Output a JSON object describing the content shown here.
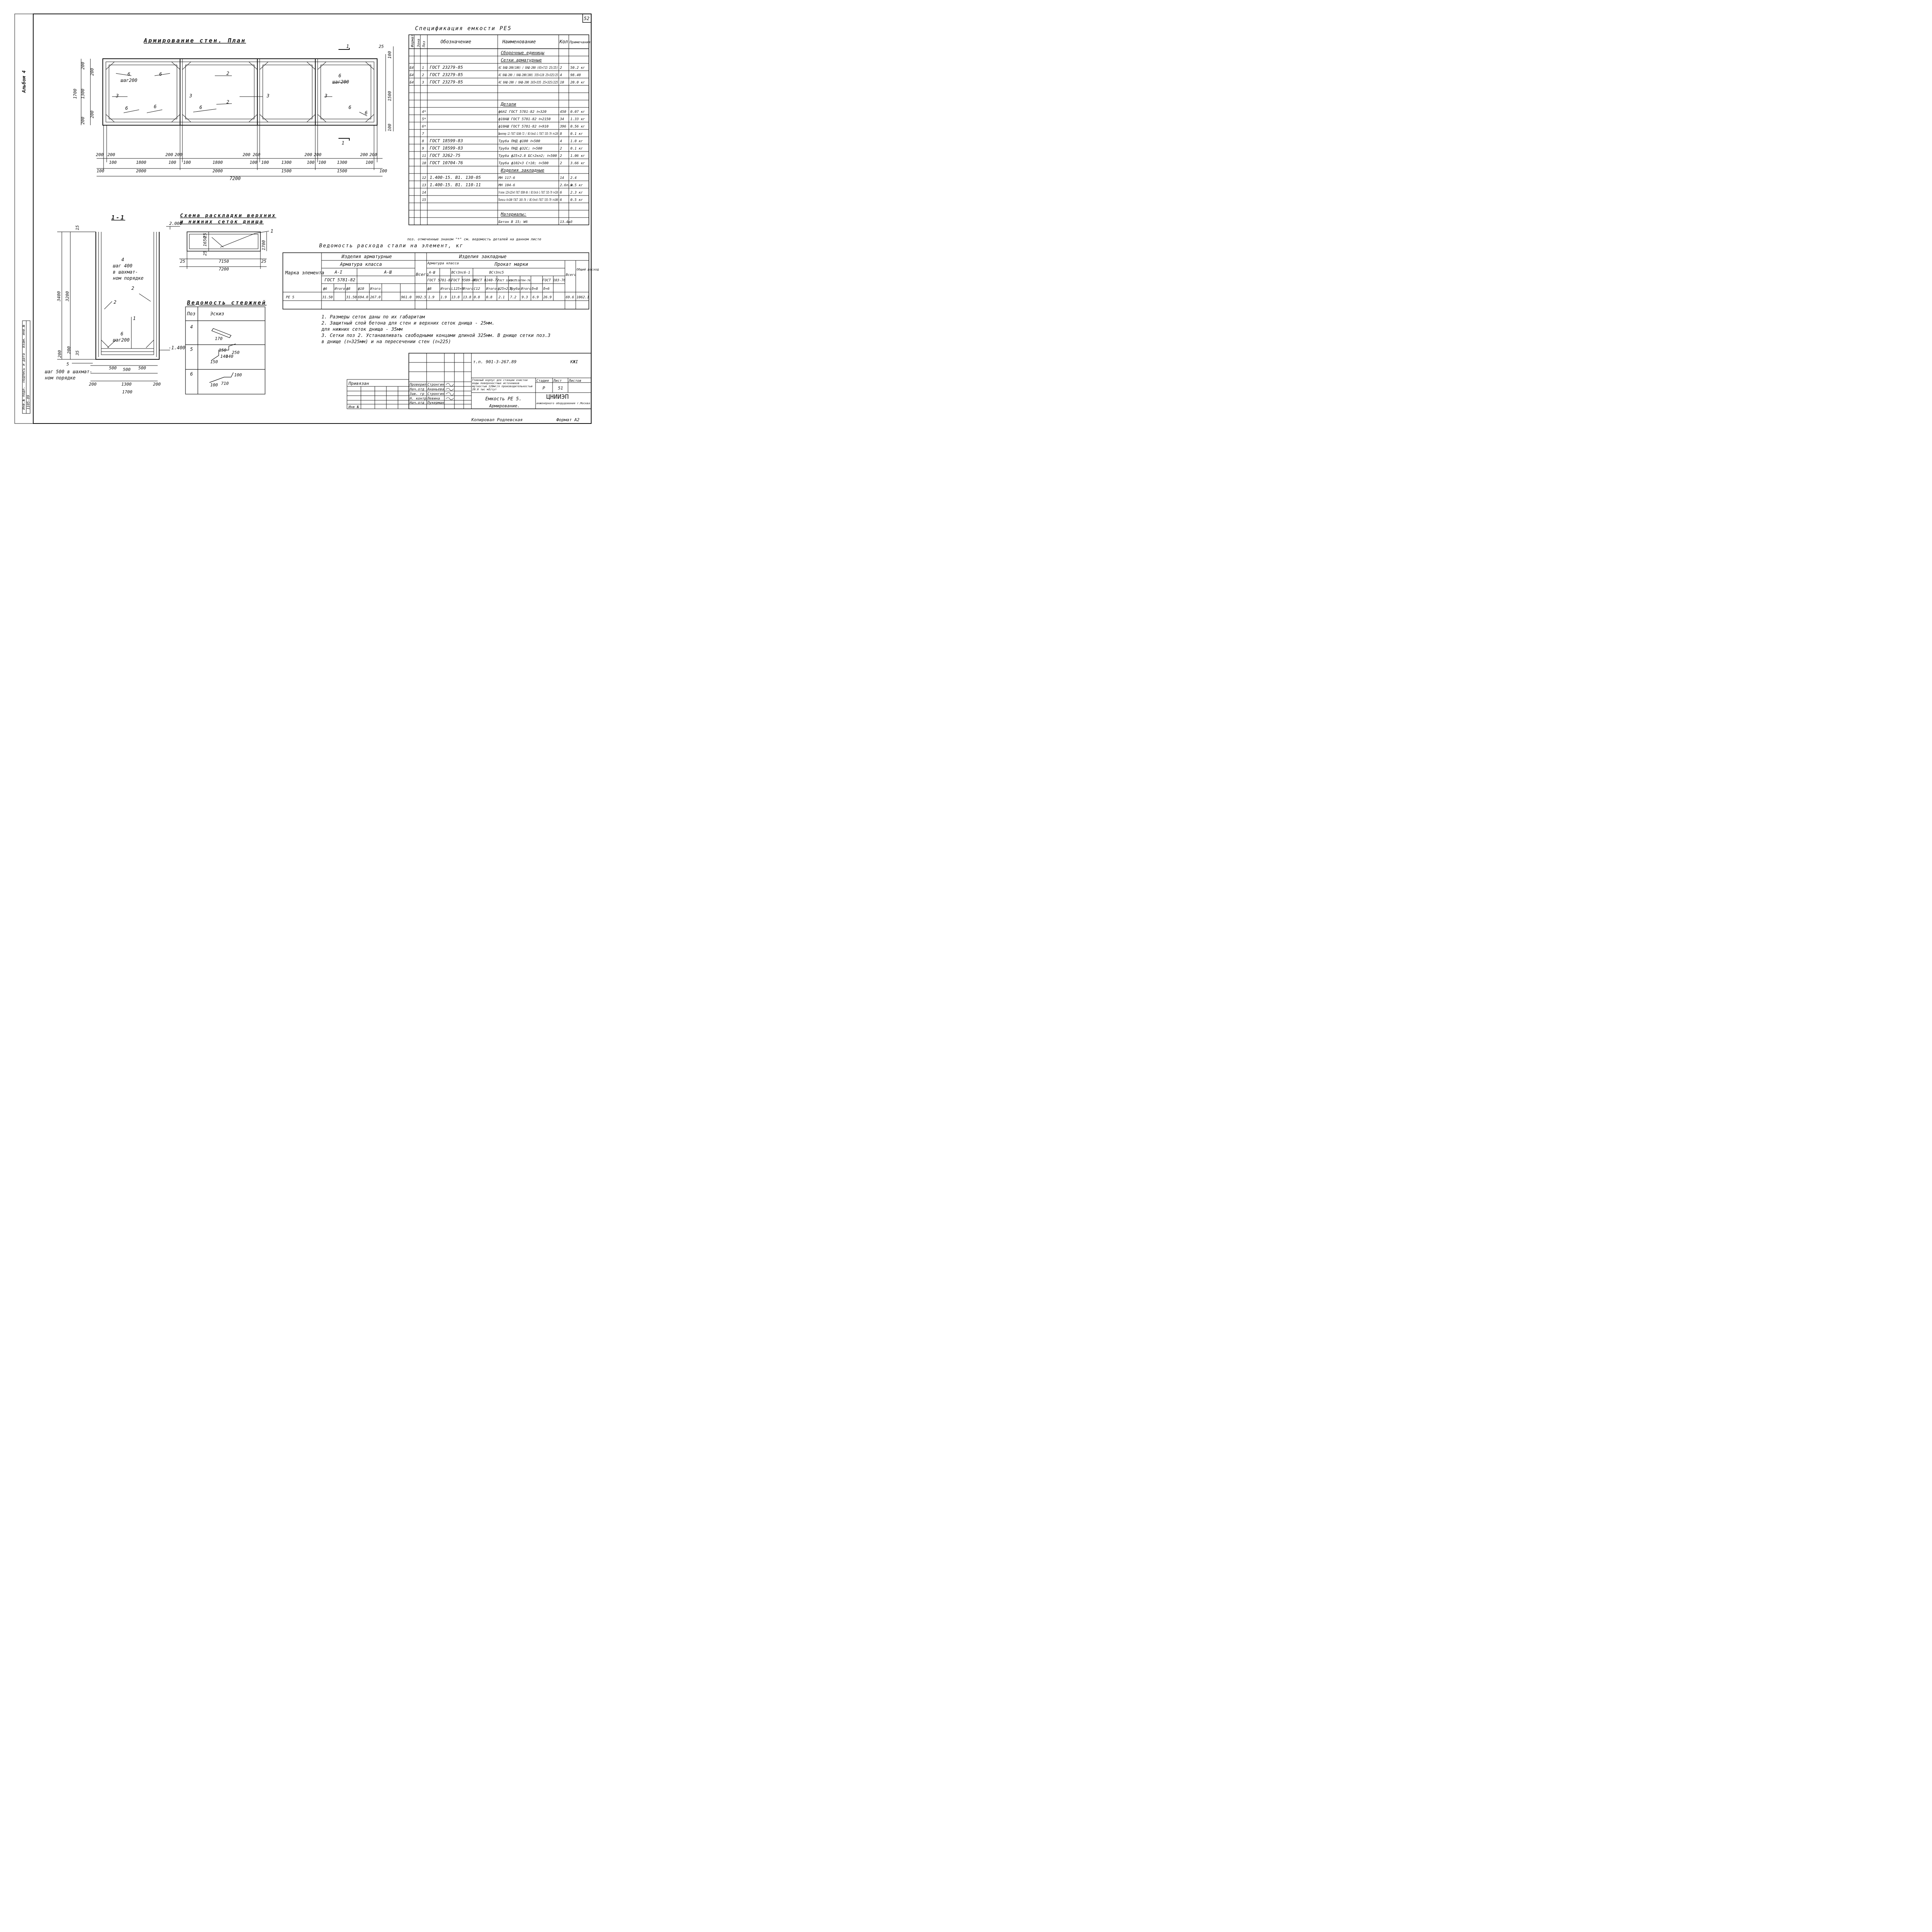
{
  "sheet_number": "52",
  "album_label": "Альбом 4",
  "plan": {
    "title": "Армирование стен. План",
    "section_marker": "1",
    "callouts": [
      "6",
      "шаг200",
      "6",
      "2",
      "6",
      "шаг200",
      "3",
      "3",
      "3",
      "3",
      "6",
      "6",
      "6",
      "2",
      "6",
      "6"
    ],
    "left_dims": [
      "200",
      "200",
      "1700",
      "1300",
      "200",
      "200"
    ],
    "right_dims": [
      "25",
      "100",
      "1500",
      "100"
    ],
    "bottom_row1": [
      "200",
      "200",
      "1800",
      "200",
      "200",
      "1800",
      "200",
      "200",
      "1300",
      "200",
      "200",
      "1300",
      "200",
      "200"
    ],
    "bottom_row2": [
      "100",
      "100",
      "100",
      "100",
      "100",
      "100",
      "100",
      "100"
    ],
    "bottom_row3": [
      "100",
      "2000",
      "2000",
      "1500",
      "1500",
      "100"
    ],
    "total": "7200"
  },
  "section": {
    "title": "1-1",
    "top_dim": "15",
    "height_dims": [
      "3400",
      "3200"
    ],
    "callouts": [
      "4",
      "шаг 400",
      "в шахмат-",
      "ном порядке",
      "2",
      "2",
      "1",
      "6",
      "шаг200"
    ],
    "bottom_dims": [
      "200",
      "200",
      "35",
      "5"
    ],
    "bottom_note_1": "шаг 500 в шахмат-",
    "bottom_note_2": "ном порядке",
    "bottom_dims2": [
      "500",
      "500",
      "500"
    ],
    "bottom_dims3": [
      "200",
      "1300",
      "200"
    ],
    "bottom_total": "1700",
    "level": "-1.400"
  },
  "mesh_scheme": {
    "title_1": "Схема раскладки верхних",
    "title_2": "и нижних сеток днища",
    "level": "2.000",
    "dims": [
      "25",
      "1650",
      "25",
      "1700",
      "25",
      "7150",
      "25",
      "7200"
    ],
    "callout": "1"
  },
  "bars": {
    "title": "Ведомость стержней",
    "headers": [
      "Поз",
      "Эскиз"
    ],
    "rows": [
      {
        "pos": "4",
        "dims": [
          "170"
        ]
      },
      {
        "pos": "5",
        "dims": [
          "150",
          "140",
          "140",
          "250",
          "150"
        ]
      },
      {
        "pos": "6",
        "dims": [
          "100",
          "710",
          "100"
        ]
      }
    ]
  },
  "spec": {
    "title": "Спецификация емкости РЕ5",
    "headers": [
      "Формат",
      "Зона",
      "Поз",
      "Обозначение",
      "Наименование",
      "Кол",
      "Примечания"
    ],
    "rows": [
      {
        "fmt": "",
        "pos": "",
        "des": "",
        "name": "Сборочные единицы",
        "qty": "",
        "note": ""
      },
      {
        "fmt": "",
        "pos": "",
        "des": "",
        "name": "Сетки арматурные",
        "qty": "",
        "note": ""
      },
      {
        "fmt": "Б4",
        "pos": "1",
        "des": "ГОСТ 23279-85",
        "name": "4С 8АШ-200(100) / 8АШ-200 (65×715 25/25)",
        "qty": "2",
        "note": "50.2 кг"
      },
      {
        "fmt": "Б4",
        "pos": "2",
        "des": "ГОСТ 23279-85",
        "name": "4С 8АШ-200 / 8АШ-200(100) 335×110 25×325/25",
        "qty": "4",
        "note": "98.40"
      },
      {
        "fmt": "Б4",
        "pos": "3",
        "des": "ГОСТ 23279-85",
        "name": "4С 8АШ-200 / 8АШ-200 165×335 25×325/225",
        "qty": "10",
        "note": "20.0 кг"
      },
      {
        "fmt": "",
        "pos": "",
        "des": "",
        "name": "",
        "qty": "",
        "note": ""
      },
      {
        "fmt": "",
        "pos": "",
        "des": "",
        "name": "",
        "qty": "",
        "note": ""
      },
      {
        "fmt": "",
        "pos": "",
        "des": "",
        "name": "Детали",
        "qty": "",
        "note": ""
      },
      {
        "fmt": "",
        "pos": "4*",
        "des": "",
        "name": "ф6АI ГОСТ 5781-82 ℓ=320",
        "qty": "450",
        "note": "0.07 кг"
      },
      {
        "fmt": "",
        "pos": "5*",
        "des": "",
        "name": "ф10АШ ГОСТ 5781-82 ℓ=2150",
        "qty": "34",
        "note": "1.33 кг"
      },
      {
        "fmt": "",
        "pos": "6*",
        "des": "",
        "name": "ф10АШ ГОСТ 5781-82 ℓ=910",
        "qty": "396",
        "note": "0.56 кг"
      },
      {
        "fmt": "",
        "pos": "7",
        "des": "",
        "name": "Швеллер 12 ГОСТ 8240-72 / ВСт3кп2-1 ГОСТ 535-79 ℓ=120",
        "qty": "8",
        "note": "0.1 кг"
      },
      {
        "fmt": "",
        "pos": "8",
        "des": "ГОСТ 18599-83",
        "name": "Труба ПНД ф100 ℓ=500",
        "qty": "4",
        "note": "1.0 кг"
      },
      {
        "fmt": "",
        "pos": "9",
        "des": "ГОСТ 18599-83",
        "name": "Труба ПНД ф32С; ℓ=500",
        "qty": "2",
        "note": "0.1 кг"
      },
      {
        "fmt": "",
        "pos": "11",
        "des": "ГОСТ 3262-75",
        "name": "Труба ф25×2.8 БСт2кп2; ℓ=500",
        "qty": "2",
        "note": "1.06 кг"
      },
      {
        "fmt": "",
        "pos": "10",
        "des": "ГОСТ 10704-76",
        "name": "Труба ф102×3 Ст10; ℓ=500",
        "qty": "2",
        "note": "3.66 кг"
      },
      {
        "fmt": "",
        "pos": "",
        "des": "",
        "name": "Изделия закладные",
        "qty": "",
        "note": ""
      },
      {
        "fmt": "",
        "pos": "12",
        "des": "1.400-15. В1. 130-05",
        "name": "МН 117-6",
        "qty": "14",
        "note": "2.4"
      },
      {
        "fmt": "",
        "pos": "13",
        "des": "1.400-15. В1. 110-11",
        "name": "МН 104-6",
        "qty": "2.6п.м",
        "note": "3.5 кг"
      },
      {
        "fmt": "",
        "pos": "14",
        "des": "",
        "name": "Уголок 125×125×8 ГОСТ 8509-86 / ВСт3пс6-1 ГОСТ 535-79 ℓ=150",
        "qty": "6",
        "note": "2.3 кг"
      },
      {
        "fmt": "",
        "pos": "15",
        "des": "",
        "name": "Полоса 6×100 ГОСТ 103-76 / ВСт3пс6 ГОСТ 535-79 ℓ=100",
        "qty": "6",
        "note": "0.5 кг"
      },
      {
        "fmt": "",
        "pos": "",
        "des": "",
        "name": "",
        "qty": "",
        "note": ""
      },
      {
        "fmt": "",
        "pos": "",
        "des": "",
        "name": "Материалы:",
        "qty": "",
        "note": ""
      },
      {
        "fmt": "",
        "pos": "",
        "des": "",
        "name": "Бетон В 15; W6",
        "qty": "13.4м3",
        "note": ""
      }
    ],
    "footnote": "поз. отмеченные знаком \"*\" см. ведомость деталей на данном листе"
  },
  "steel": {
    "title": "Ведомость расхода стали на элемент, кг",
    "h_mark": "Марка элемента",
    "h_reinf": "Изделия арматурные",
    "h_reinf_class": "Арматура класса",
    "h_ai": "А-I",
    "h_aiii": "А-Ш",
    "h_gost_a": "ГОСТ 5781-82",
    "h_total1": "Всего",
    "h_embed": "Изделия закладные",
    "h_armclass": "Арматура класса",
    "h_embed_aiii": "А-Ш",
    "h_embed_gost": "ГОСТ 5781-82",
    "h_rolled": "Прокат марки",
    "h_vst3ps": "ВСт3пс6-1",
    "h_vst3ps_gost": "ГОСТ 8509-86",
    "h_vst3ps5": "ВСт3пс5",
    "h_gost8240": "ГОСТ 8240-72",
    "h_gost3262": "ГОСТ 3262-75",
    "h_gost10704": "ГОСТ 10704-76",
    "h_gost103": "ГОСТ 103-76",
    "h_total2": "Всего",
    "h_overall": "Общий расход",
    "sub": [
      "ф6",
      "Итого",
      "ф8",
      "ф10",
      "Итого",
      "ф8",
      "Итого",
      "L125×8",
      "Итого",
      "С12",
      "Итого",
      "ф25×2.8",
      "Труба",
      "Итого",
      "δ=8",
      "δ=6"
    ],
    "row": {
      "mark": "РЕ 5",
      "f6": "31.50",
      "it1": "31.50",
      "f8": "694.0",
      "f10": "267.0",
      "it2": "961.0",
      "total1": "992.5",
      "e_f8": "1.9",
      "e_it": "1.9",
      "l125": "13.8",
      "l_it": "13.8",
      "c12": "0.8",
      "c_it": "0.8",
      "t25": "2.1",
      "t_pipe": "7.2",
      "t_it": "9.3",
      "d8": "6.9",
      "d6": "26.9",
      "total2": "69.6",
      "overall": "1062.1"
    }
  },
  "notes": [
    "1. Размеры сеток даны по их габаритам",
    "2. Защитный слой бетона для стен и верхних сеток днища - 25мм.",
    "   для нижних сеток днища - 35мм",
    "3. Сетки поз 2. Устанавливать свободными концами длиной 325мм. В днище сетки поз.3",
    "   в днище (ℓ=325мм) и на пересечении стен (ℓ=225)"
  ],
  "title_block": {
    "doc_code": "т.п. 901-3-267.89",
    "section_code": "КЖI",
    "bound": "Привязан",
    "inv": "Инв №",
    "roles": [
      "Проверил",
      "Нач.отд",
      "Зав. гр",
      "Н. контр",
      "Нач.отд"
    ],
    "names": [
      "Стронгин",
      "Ананьева",
      "Стронгин",
      "Левина",
      "Пукерман"
    ],
    "project": "Главный корпус для станции очистки воды поверхностных источников мутностью 120мг/л производительностью 20.0 тыс м3/сут",
    "stage_label": "Стадия",
    "sheet_label": "Лист",
    "sheets_label": "Листов",
    "stage": "Р",
    "sheet": "51",
    "element": "Емкость РЕ 5.",
    "subject": "Армирование.",
    "org": "ЦНИИЭП",
    "org_sub": "инженерного оборудования г.Москва",
    "copied": "Копировал Родлевская",
    "format": "Формат А2"
  },
  "side_stamp": {
    "labels": [
      "Инв.№ подл.",
      "Подпись и дата",
      "Взам. инв.№"
    ],
    "inv_value": "1105-89"
  }
}
